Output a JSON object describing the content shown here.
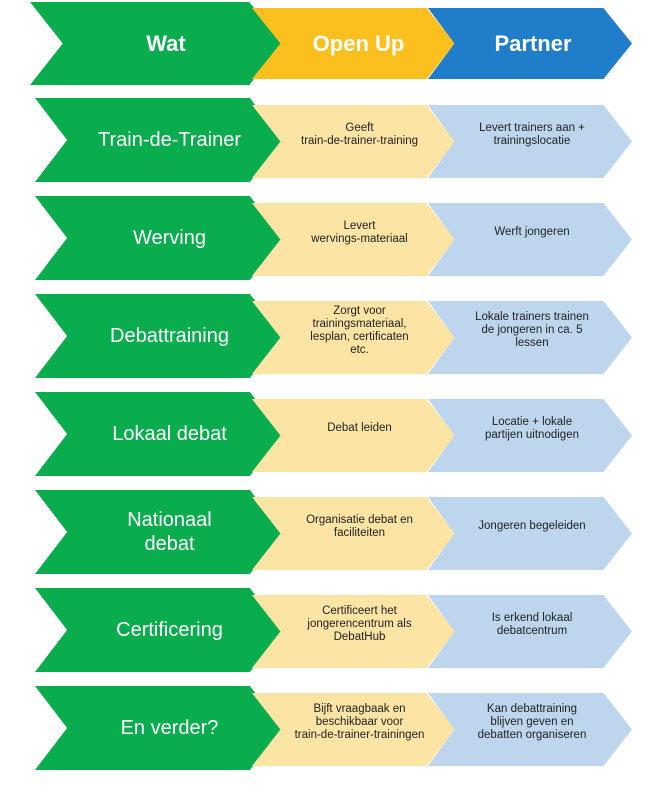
{
  "header": {
    "wat": "Wat",
    "open_up": "Open Up",
    "partner": "Partner"
  },
  "colors": {
    "green": "#0aad4e",
    "yellow": "#fbbf1e",
    "blue": "#1f7dc9",
    "light_yellow": "#fce4a4",
    "light_blue": "#bdd6ee"
  },
  "rows": [
    {
      "wat": "Train-de-Trainer",
      "open_up": "Geeft\ntrain-de-trainer-training",
      "partner": "Levert trainers aan +\ntrainingslocatie"
    },
    {
      "wat": "Werving",
      "open_up": "Levert\nwervings-materiaal",
      "partner": "Werft jongeren"
    },
    {
      "wat": "Debattraining",
      "open_up": "Zorgt voor\ntrainingsmateriaal,\nlesplan, certificaten\netc.",
      "partner": "Lokale trainers trainen\nde jongeren in ca. 5\nlessen"
    },
    {
      "wat": "Lokaal debat",
      "open_up": "Debat leiden",
      "partner": "Locatie + lokale\npartijen uitnodigen"
    },
    {
      "wat": "Nationaal\ndebat",
      "open_up": "Organisatie debat en\nfaciliteiten",
      "partner": "Jongeren begeleiden"
    },
    {
      "wat": "Certificering",
      "open_up": "Certificeert het\njongerencentrum als\nDebatHub",
      "partner": "Is  erkend lokaal\ndebatcentrum"
    },
    {
      "wat": "En verder?",
      "open_up": "Bijft vraagbaak en\nbeschikbaar voor\ntrain-de-trainer-trainingen",
      "partner": "Kan debattraining\nblijven geven en\ndebatten organiseren"
    }
  ]
}
